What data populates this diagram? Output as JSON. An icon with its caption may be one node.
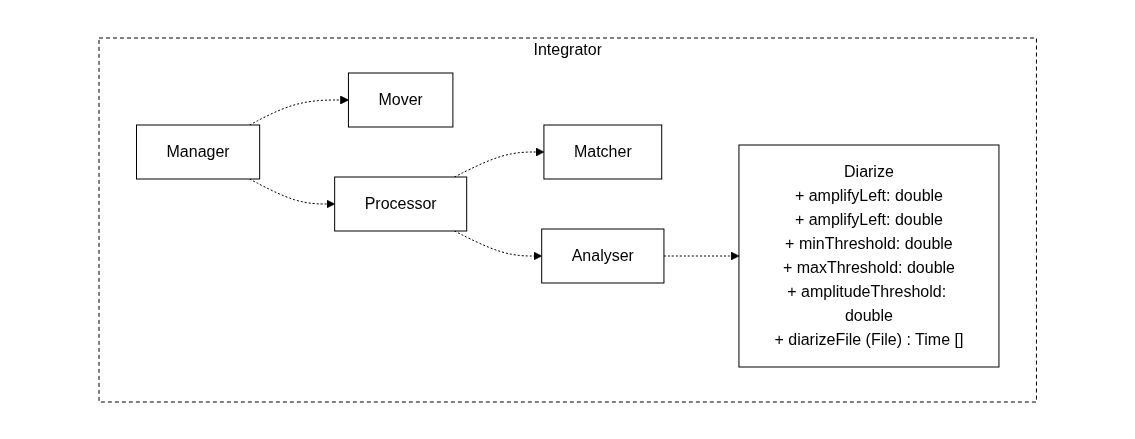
{
  "diagram": {
    "nodes": [
      {
        "text": [
          "Integrator"
        ]
      },
      {
        "text": [
          "Manager"
        ],
        "in": 0
      },
      {
        "text": [
          "Mover"
        ],
        "in": 0
      },
      {
        "text": [
          "Processor"
        ],
        "in": 0
      },
      {
        "text": [
          "Matcher"
        ],
        "in": 0
      },
      {
        "text": [
          "Analyser"
        ],
        "in": 0
      },
      {
        "text": [
          "Diarize",
          "+ amplifyLeft: double",
          "+ amplifyLeft: double",
          "+ minThreshold: double",
          "+ maxThreshold: double",
          "+ amplitudeThreshold: double",
          "+ diarizeFile (File) : Time []"
        ],
        "in": 0
      }
    ],
    "edges": [
      {
        "from": 1,
        "to": 2,
        "arrow": "to",
        "style": "dashed"
      },
      {
        "from": 1,
        "to": 3,
        "arrow": "to",
        "style": "dashed"
      },
      {
        "from": 3,
        "to": 4,
        "arrow": "to",
        "style": "dashed"
      },
      {
        "from": 3,
        "to": 5,
        "arrow": "to",
        "style": "dashed"
      },
      {
        "from": 5,
        "to": 6,
        "arrow": "to",
        "style": "dashed"
      }
    ]
  }
}
